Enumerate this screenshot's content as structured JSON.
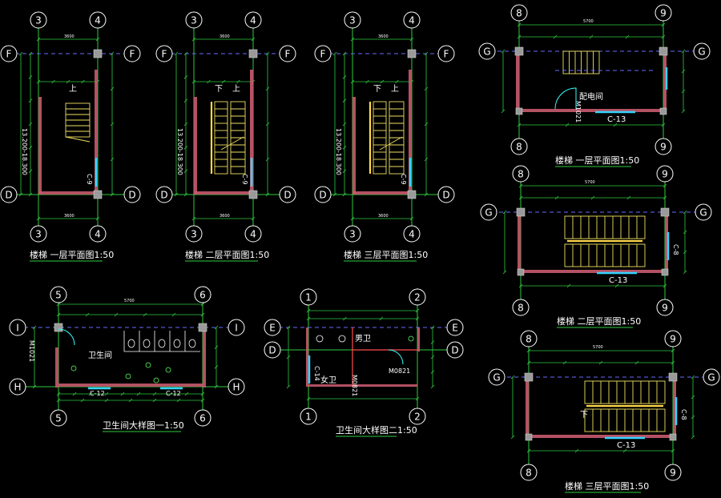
{
  "drawings": {
    "stair1_t1": {
      "axes": [
        "3",
        "4",
        "F",
        "D"
      ],
      "title": "楼梯 一层平面图1:50",
      "up": "上",
      "win": "C-9"
    },
    "stair1_t2": {
      "title": "楼梯 二层平面图1:50",
      "up": "上",
      "down": "下"
    },
    "stair1_t3": {
      "title": "楼梯 三层平面图1:50",
      "up": "上",
      "down": "下"
    },
    "stair2_t1": {
      "axes": [
        "8",
        "9",
        "G"
      ],
      "title": "楼梯 一层平面图1:50",
      "room": "配电间",
      "door": "M1021",
      "win": "C-13"
    },
    "stair2_t2": {
      "title": "楼梯 二层平面图1:50",
      "win": "C-13",
      "win2": "C-8"
    },
    "stair2_t3": {
      "title": "楼梯 三层平面图1:50",
      "down": "下",
      "win": "C-13",
      "win2": "C-8"
    },
    "toilet1": {
      "axes": [
        "5",
        "6",
        "I",
        "H"
      ],
      "title": "卫生间大样图一1:50",
      "room": "卫生间",
      "door": "M1021",
      "win": "C-12",
      "win2": "C-12"
    },
    "toilet2": {
      "axes": [
        "1",
        "2",
        "E",
        "D"
      ],
      "title": "卫生间大样图二1:50",
      "male": "男卫",
      "female": "女卫",
      "door": "M0821",
      "door2": "M0821",
      "win": "C-14"
    }
  },
  "colors": {
    "axis": "#2ecc40",
    "wall": "#ff4d4d",
    "stair": "#ffd84a",
    "window": "#35d4ff",
    "bubble": "#ffffff",
    "dash": "#6a6aff"
  }
}
